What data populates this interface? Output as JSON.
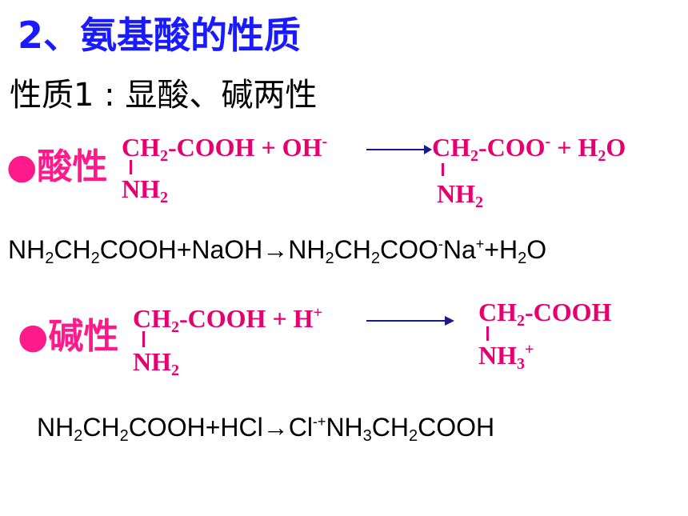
{
  "title": "2、氨基酸的性质",
  "subtitle": "性质1 : 显酸、碱两性",
  "acid": {
    "label": "●酸性",
    "reactant_top": {
      "a": "CH",
      "a_sub": "2",
      "b": "-COOH + OH",
      "b_sup": "-"
    },
    "reactant_bottom": {
      "a": "NH",
      "a_sub": "2"
    },
    "product_top": {
      "a": "CH",
      "a_sub": "2",
      "b": "-COO",
      "b_sup": "-",
      "c": " + H",
      "c_sub": "2",
      "d": "O"
    },
    "product_bottom": {
      "a": "NH",
      "a_sub": "2"
    },
    "equation": {
      "p1": "NH",
      "s1": "2",
      "p2": "CH",
      "s2": "2",
      "p3": "COOH+NaOH→NH",
      "s3": "2",
      "p4": "CH",
      "s4": "2",
      "p5": "COO",
      "sup1": "-",
      "p6": "Na",
      "sup2": "+",
      "p7": "+H",
      "s5": "2",
      "p8": "O"
    }
  },
  "base": {
    "label": "●碱性",
    "reactant_top": {
      "a": "CH",
      "a_sub": "2",
      "b": "-COOH + H",
      "b_sup": "+"
    },
    "reactant_bottom": {
      "a": "NH",
      "a_sub": "2"
    },
    "product_top": {
      "a": "CH",
      "a_sub": "2",
      "b": "-COOH"
    },
    "product_bottom": {
      "a": "NH",
      "a_sub": "3",
      "a_sup": "+"
    },
    "equation": {
      "p1": "NH",
      "s1": "2",
      "p2": "CH",
      "s2": "2",
      "p3": "COOH+HCl→Cl",
      "sup1": "-",
      "sup2": "+",
      "p4": "NH",
      "s3": "3",
      "p5": "CH",
      "s4": "2",
      "p6": "COOH"
    }
  },
  "colors": {
    "title": "#1a1aff",
    "label": "#ff1a8c",
    "chem": "#e6006e",
    "arrow": "#1a1a8c"
  }
}
